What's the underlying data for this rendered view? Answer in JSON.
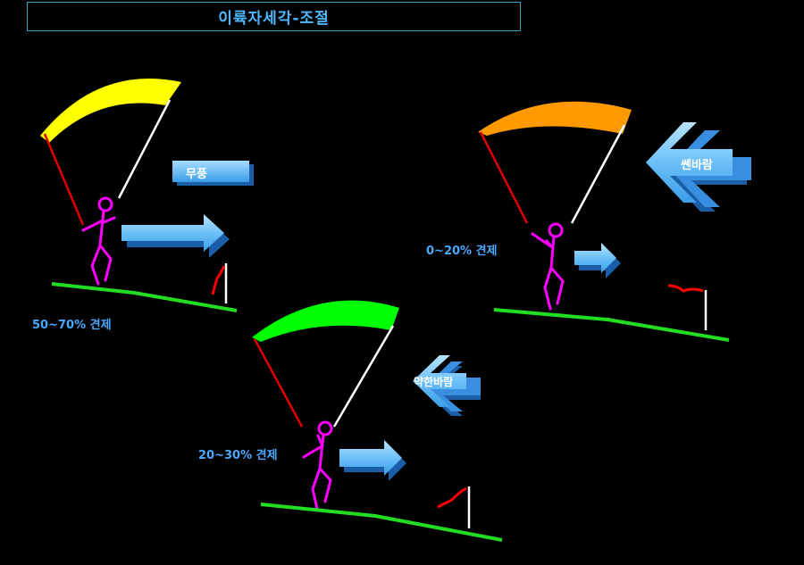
{
  "title": "이륙자세각-조절",
  "scenarios": [
    {
      "id": "no-wind",
      "wind_label": "무풍",
      "angle_label": "50~70% 견제",
      "canopy_color": "#ffff00"
    },
    {
      "id": "strong-wind",
      "wind_label": "쎈바람",
      "angle_label": "0~20% 견제",
      "canopy_color": "#ff9900"
    },
    {
      "id": "light-wind",
      "wind_label": "약한바람",
      "angle_label": "20~30% 견제",
      "canopy_color": "#00ff00"
    }
  ],
  "colors": {
    "title": "#4db8ff",
    "label": "#4aa8ff",
    "ground": "#22dd22",
    "pilot": "#ff00ff",
    "arrow": "#7ec8f8",
    "flag": "#ff0000"
  }
}
